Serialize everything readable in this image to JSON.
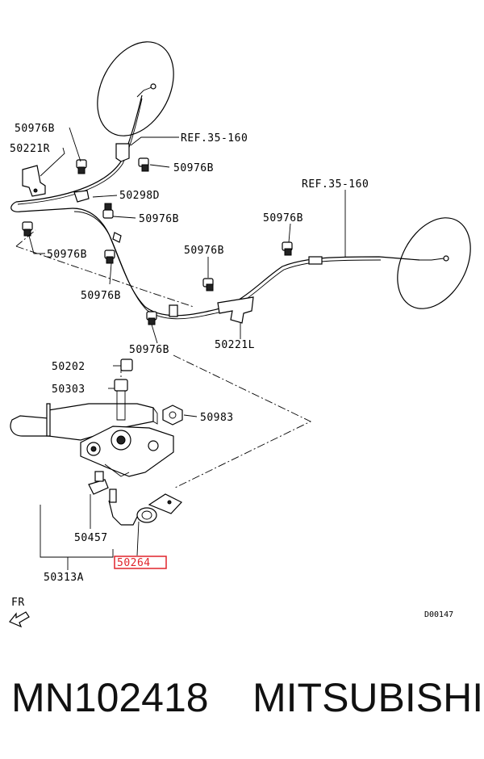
{
  "labels": {
    "bolt_50976b_top_left": "50976B",
    "bracket_50221r": "50221R",
    "ref_top": "REF.35-160",
    "bolt_50976b_top_mid": "50976B",
    "ref_right": "REF.35-160",
    "clip_50298d": "50298D",
    "bolt_50976b_mid": "50976B",
    "bolt_50976b_right": "50976B",
    "bolt_50976b_left": "50976B",
    "bolt_50976b_center": "50976B",
    "bolt_50976b_lower_mid": "50976B",
    "bolt_50976b_bottom": "50976B",
    "bracket_50221l": "50221L",
    "part_50202": "50202",
    "part_50303": "50303",
    "nut_50983": "50983",
    "part_50457": "50457",
    "part_50264": "50264",
    "assembly_50313a": "50313A",
    "direction_fr": "FR",
    "diagram_code": "D00147"
  },
  "highlight_color": "#e0242b",
  "caption": {
    "part_number": "MN102418",
    "brand": "MITSUBISHI"
  }
}
